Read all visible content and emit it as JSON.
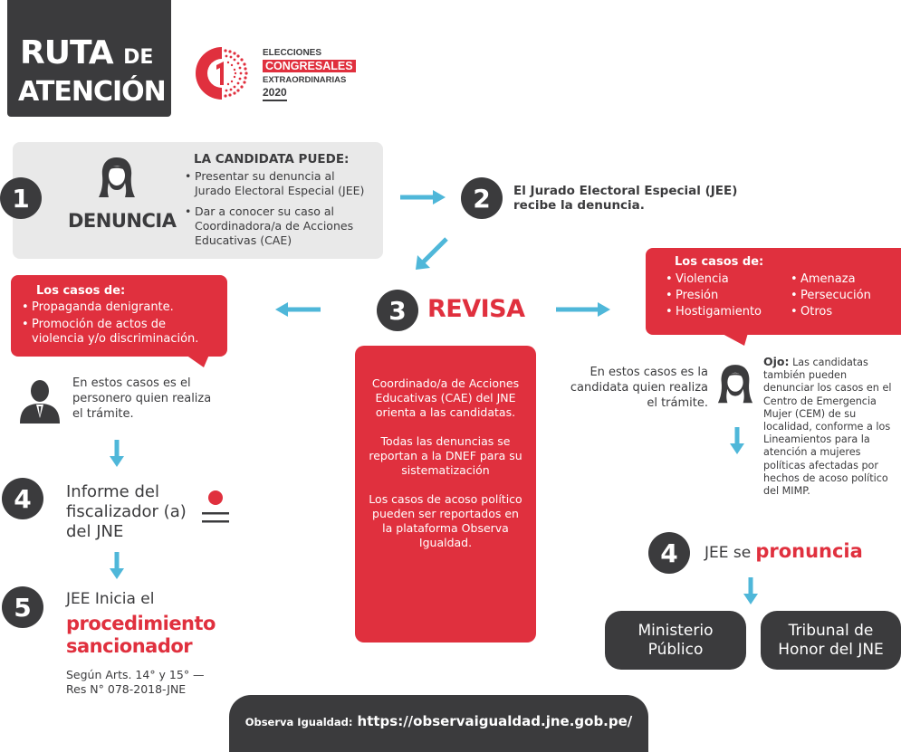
{
  "header": {
    "title_line1": "RUTA",
    "title_de": "DE",
    "title_line2": "ATENCIÓN"
  },
  "logo": {
    "line1": "ELECCIONES",
    "line2": "CONGRESALES",
    "line3": "EXTRAORDINARIAS",
    "line4": "2020"
  },
  "step1": {
    "number": "1",
    "label": "DENUNCIA",
    "heading": "LA CANDIDATA PUEDE:",
    "items": [
      "Presentar su denuncia al Jurado Electoral Especial (JEE)",
      "Dar a conocer su caso al Coordinadora/a de Acciones Educativas (CAE)"
    ]
  },
  "step2": {
    "number": "2",
    "text_line1": "El Jurado Electoral Especial (JEE)",
    "text_line2": "recibe la denuncia."
  },
  "step3": {
    "number": "3",
    "label": "REVISA",
    "center_p1": "Coordinado/a de Acciones Educativas (CAE) del JNE orienta a las candidatas.",
    "center_p2": "Todas las denuncias se reportan a la DNEF para su sistematización",
    "center_p3": "Los casos de acoso político pueden ser reportados en la plataforma Observa Igualdad."
  },
  "left_cases": {
    "heading": "Los casos de:",
    "items": [
      "Propaganda denigrante.",
      "Promoción de actos de violencia y/o discriminación."
    ],
    "note": "En estos casos es el personero quien realiza el trámite."
  },
  "right_cases": {
    "heading": "Los casos de:",
    "col1": [
      "Violencia",
      "Presión",
      "Hostigamiento"
    ],
    "col2": [
      "Amenaza",
      "Persecución",
      "Otros"
    ],
    "note": "En estos casos es la candidata quien realiza el trámite.",
    "ojo_label": "Ojo:",
    "ojo_text": "Las candidatas también pueden denunciar los casos en el Centro de Emergencia Mujer (CEM) de su localidad, conforme a los Lineamientos para la atención a mujeres políticas afectadas por hechos de acoso político del MIMP."
  },
  "step4_left": {
    "number": "4",
    "text": "Informe del fiscalizador (a) del JNE"
  },
  "step5": {
    "number": "5",
    "line1": "JEE Inicia el",
    "highlight": "procedimiento sancionador",
    "note": "Según Arts. 14° y 15° — Res N° 078-2018-JNE"
  },
  "step4_right": {
    "number": "4",
    "prefix": "JEE se",
    "highlight": "pronuncia",
    "option1": "Ministerio Público",
    "option2": "Tribunal de Honor del JNE"
  },
  "footer": {
    "label": "Observa Igualdad:",
    "url": "https://observaigualdad.jne.gob.pe/"
  },
  "colors": {
    "accent_red": "#e0303e",
    "dark": "#3b3b3d",
    "light_gray": "#e9e9e9",
    "arrow_blue": "#4fb7d9"
  }
}
